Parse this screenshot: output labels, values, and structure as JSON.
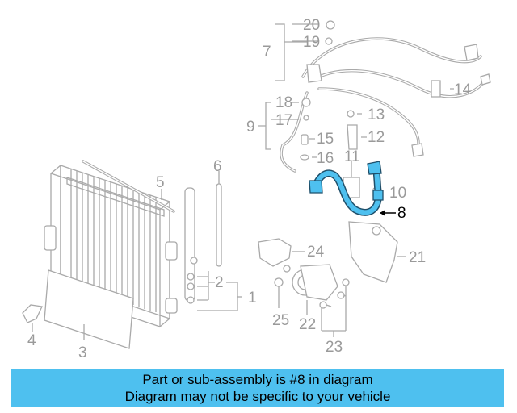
{
  "callouts": {
    "c1": "1",
    "c2": "2",
    "c3": "3",
    "c4": "4",
    "c5": "5",
    "c6": "6",
    "c7": "7",
    "c8": "8",
    "c9": "9",
    "c10": "10",
    "c11": "11",
    "c12": "12",
    "c13": "13",
    "c14": "14",
    "c15": "15",
    "c16": "16",
    "c17": "17",
    "c18": "18",
    "c19": "19",
    "c20": "20",
    "c21": "21",
    "c22": "22",
    "c23": "23",
    "c24": "24",
    "c25": "25"
  },
  "highlight": {
    "part": "8",
    "color": "#4ec0ef"
  },
  "banner": {
    "line1": "Part or sub-assembly is #8 in diagram",
    "line2": "Diagram may not be specific to your vehicle",
    "background": "#4ec0ef"
  }
}
